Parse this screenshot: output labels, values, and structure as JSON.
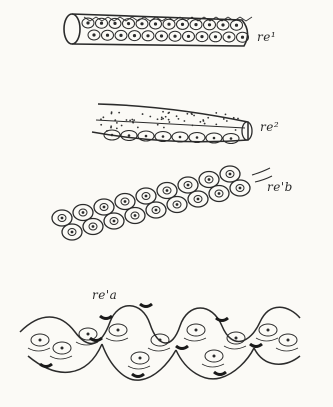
{
  "figure": {
    "labels": [
      {
        "text": "re¹"
      },
      {
        "text": "re²"
      },
      {
        "text": "re'b"
      },
      {
        "text": "re'a"
      }
    ]
  }
}
